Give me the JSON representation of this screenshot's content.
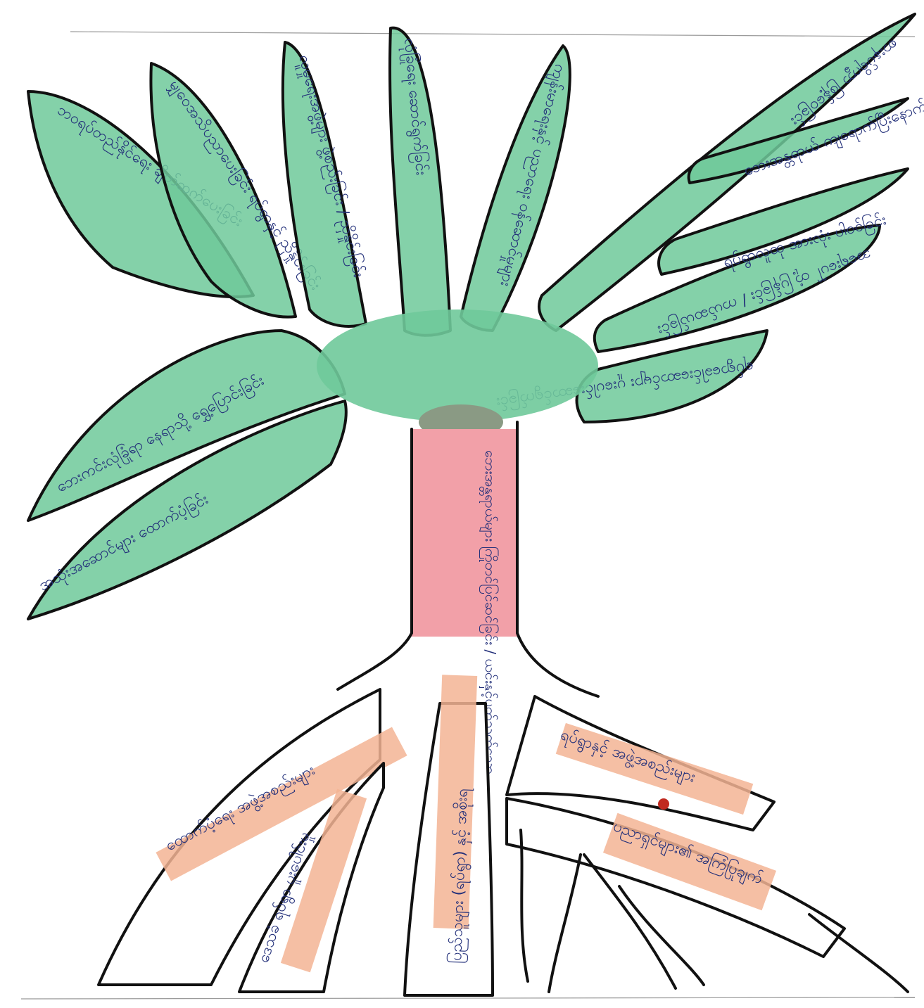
{
  "colors": {
    "leaf": "#6fc99a",
    "trunk": "#f2a0a8",
    "root_band": "#f3b494",
    "text": "#23307a",
    "outline": "#111111"
  },
  "trunk": {
    "label": "ဘေးအန္တရာယ်များ ကြိုတင်ပြင်ဆင်ခြင်း / ယင်းနှင့်ပတ်သက်သော"
  },
  "leaves": [
    {
      "label": "ဘဝရပ်တည်နိုင်ရေး ချိတ်ဆက်ပေးခြင်း"
    },
    {
      "label": "မျှဝေအသိပညာပေးခြင်း ရပ်ရွာနှင့် ညှိနှိုင်းခြင်း"
    },
    {
      "label": "လူမှုရေးအဖွဲ့များ ဖွဲ့စည်းခြင်း / ညှိနှိုင်းခြင်း"
    },
    {
      "label": "လုံခြုံရေး ဆောင်ရွက်ခြင်း"
    },
    {
      "label": "ကျန်းမာရေးနှင့် ပညာရေး ဝန်ဆောင်မှုများ"
    },
    {
      "label": "စားနပ်ရိက္ခာ ဖြန့်ဝေခြင်း"
    },
    {
      "label": "အရေးပေါ် တုံ့ပြန်ခြင်း / ကယ်ဆယ်ခြင်း"
    },
    {
      "label": "ရပ်ရွာခေါင်းဆောင်များ ပူးပေါင်းဆောင်ရွက်ခြင်း"
    },
    {
      "label": "ဘေးကင်းလုံခြုံရာ နေရာသို့ ရွှေ့ပြောင်းခြင်း"
    },
    {
      "label": "အသုံးအဆောင်များ ထောက်ပံ့ခြင်း"
    },
    {
      "label": "ရပ်ရွာလူထု အားလုံး ပါဝင်ခြင်း"
    },
    {
      "label": "ဘေးအန္တရာယ် ကျရောက်ပြီးနောက် ပြန်လည်ထူထောင်ခြင်း"
    }
  ],
  "roots": [
    {
      "label": "ထောက်ပံ့ရေး အဖွဲ့အစည်းများ"
    },
    {
      "label": "ဒေသခံ ရပ်ရွာ ပူးပေါင်းမှု"
    },
    {
      "label": "ပြည်သူများ (ရပ်ရွာ) နှင့် အစိုးရ"
    },
    {
      "label": "ရပ်ရွာနှင့် အဖွဲ့အစည်းများ"
    },
    {
      "label": "ပညာရှင်များ၏ အကြံပြုချက်"
    }
  ]
}
